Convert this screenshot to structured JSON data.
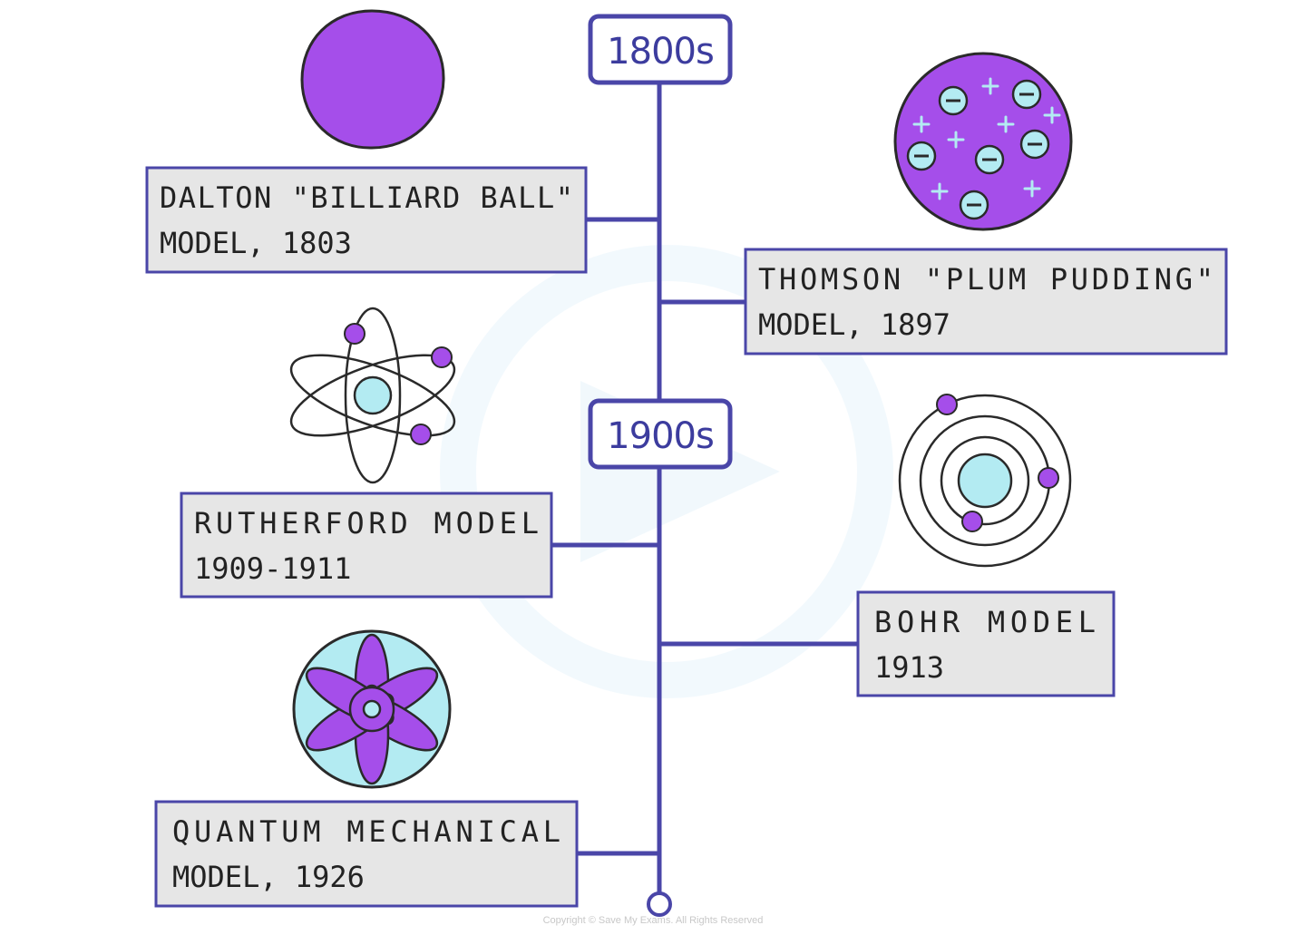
{
  "colors": {
    "timeline": "#4a46a8",
    "label_fill": "#e6e6e6",
    "purple": "#a54eea",
    "light_blue": "#b3ebf2",
    "outline": "#2a2a2a"
  },
  "timeline": {
    "eras": [
      {
        "id": "1800s",
        "label": "1800s"
      },
      {
        "id": "1900s",
        "label": "1900s"
      }
    ]
  },
  "models": [
    {
      "id": "dalton",
      "line1": "DALTON \"BILLIARD BALL\"",
      "line2": "MODEL, 1803",
      "icon": "billiard-ball-atom-icon"
    },
    {
      "id": "thomson",
      "line1": "THOMSON \"PLUM PUDDING\"",
      "line2": "MODEL, 1897",
      "icon": "plum-pudding-atom-icon"
    },
    {
      "id": "rutherford",
      "line1": "RUTHERFORD MODEL",
      "line2": "1909-1911",
      "icon": "nuclear-atom-icon"
    },
    {
      "id": "bohr",
      "line1": "BOHR MODEL",
      "line2": "1913",
      "icon": "bohr-orbit-atom-icon"
    },
    {
      "id": "quantum",
      "line1": "QUANTUM MECHANICAL",
      "line2": "MODEL, 1926",
      "icon": "electron-cloud-atom-icon"
    }
  ],
  "thomson_charges": {
    "electron_symbol": "−",
    "proton_symbol": "+"
  },
  "footer": {
    "copyright": "Copyright © Save My Exams. All Rights Reserved"
  }
}
